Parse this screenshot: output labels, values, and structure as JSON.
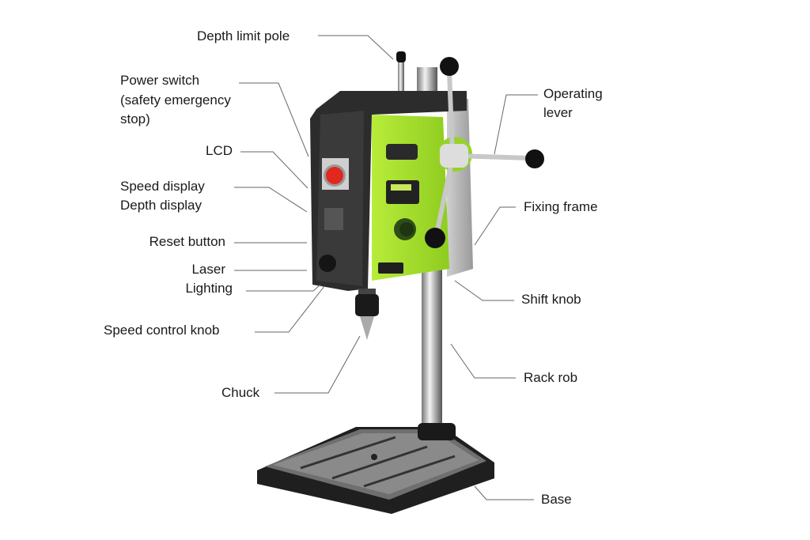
{
  "labels": {
    "depth_limit_pole": "Depth limit pole",
    "power_switch": [
      "Power switch",
      "(safety emergency",
      "stop)"
    ],
    "lcd": "LCD",
    "speed_display": "Speed display",
    "depth_display": "Depth display",
    "reset_button": "Reset button",
    "laser": "Laser",
    "lighting": "Lighting",
    "speed_control_knob": "Speed control knob",
    "chuck": "Chuck",
    "operating_lever": [
      "Operating",
      "lever"
    ],
    "fixing_frame": "Fixing frame",
    "shift_knob": "Shift knob",
    "rack_rob": "Rack rob",
    "base": "Base"
  },
  "colors": {
    "body_green": "#a6e22e",
    "housing": "#2b2b2b",
    "stop_button": "#e0281e",
    "leader": "#666666"
  }
}
